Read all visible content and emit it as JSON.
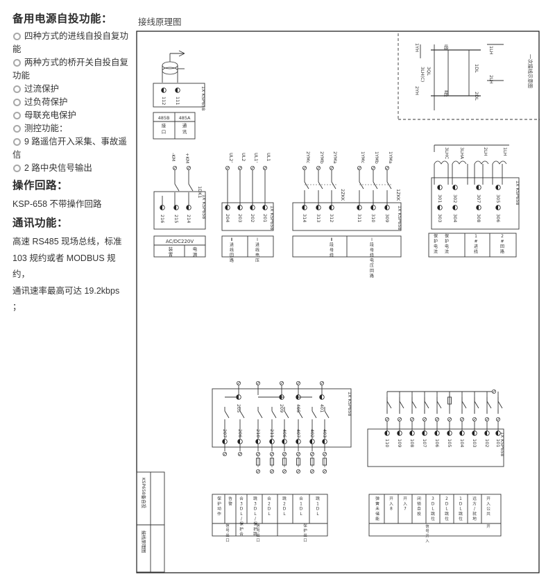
{
  "left_panel": {
    "section1": {
      "title": "备用电源自投功能：",
      "items": [
        "四种方式的进线自投自复功能",
        "两种方式的桥开关自投自复功能",
        "过流保护",
        "过负荷保护",
        "母联充电保护",
        "测控功能：",
        "9 路遥信开入采集、事故遥信",
        "2 路中央信号输出"
      ]
    },
    "section2": {
      "title": "操作回路：",
      "text": "KSP-658 不带操作回路"
    },
    "section3": {
      "title": "通讯功能：",
      "lines": [
        "高速 RS485 现场总线，标准",
        "103 规约或者 MODBUS 规约，",
        "通讯速率最高可达 19.2kbps",
        "；"
      ]
    }
  },
  "diagram": {
    "title": "接线原理图",
    "terminal_block_label": "1X KSP658",
    "comm_block": {
      "terminals": [
        "112",
        "111"
      ],
      "labels": [
        "485B",
        "485A"
      ],
      "caption": "通讯接口"
    },
    "power_block": {
      "terminals": [
        "216",
        "215",
        "214"
      ],
      "top_labels": [
        "-KM",
        "+KM"
      ],
      "switch_label": "1DK1",
      "label": "AC/DC220V",
      "caption": "装置电源"
    },
    "voltage_block": {
      "terminals": [
        "204",
        "203",
        "202",
        "201"
      ],
      "top_labels": [
        "UL2'",
        "UL2",
        "UL1'",
        "UL1"
      ],
      "caption": [
        "Ⅰ进线电压",
        "Ⅱ进线回路"
      ]
    },
    "bus_voltage_block": {
      "terminals": [
        "314",
        "313",
        "312",
        "311",
        "310",
        "309"
      ],
      "top_labels": [
        "2YMc",
        "2YMb",
        "2YMa",
        "1YMc",
        "1YMb",
        "1YMa"
      ],
      "switch_labels": [
        "2ZKK",
        "1ZKK"
      ],
      "caption": [
        "Ⅱ段母线",
        "Ⅰ段母线电压回路"
      ]
    },
    "current_block": {
      "terminals_top": [
        "301",
        "302",
        "307",
        "305"
      ],
      "terminals_bottom": [
        "303",
        "304",
        "308",
        "306"
      ],
      "ct_labels": [
        "3LHC",
        "3LHA",
        "2LH",
        "1LH"
      ],
      "caption": [
        "保护电流",
        "1#进线",
        "2#回路"
      ]
    },
    "one_line": {
      "caption": "一次接线示意图",
      "labels": [
        "1YH",
        "2YH",
        "Ⅰ段",
        "Ⅱ段",
        "3QL",
        "3LH(C)",
        "1DL",
        "2DL",
        "1LH",
        "2LH"
      ]
    },
    "output_block": {
      "terminals_top": [
        "205",
        "209",
        "405",
        "401"
      ],
      "terminals_bottom": [
        "207",
        "206",
        "210",
        "211",
        "406",
        "407",
        "402",
        "403"
      ]
    },
    "input_block": {
      "terminals": [
        "110",
        "109",
        "108",
        "107",
        "106",
        "105",
        "104",
        "103",
        "102",
        "101"
      ]
    },
    "output_caption": {
      "cells": [
        "保护动作",
        "告警",
        "合3DL/保护合",
        "跳3DL/保护跳",
        "合2DL",
        "跳2DL",
        "合1DL",
        "跳1DL"
      ],
      "footer": [
        "信号出口",
        "信号出口",
        "保护出口"
      ]
    },
    "input_caption": {
      "cells": [
        "弹簧未储能",
        "开入8",
        "开入7",
        "闭锁自投",
        "3DL跳位",
        "2DL跳位",
        "1DL跳位",
        "远方/就地",
        "开入公共"
      ],
      "footer": [
        "信号开入",
        "开"
      ]
    },
    "title_block": {
      "device": "KSP658备自投",
      "drawing": "接线原理图"
    }
  }
}
